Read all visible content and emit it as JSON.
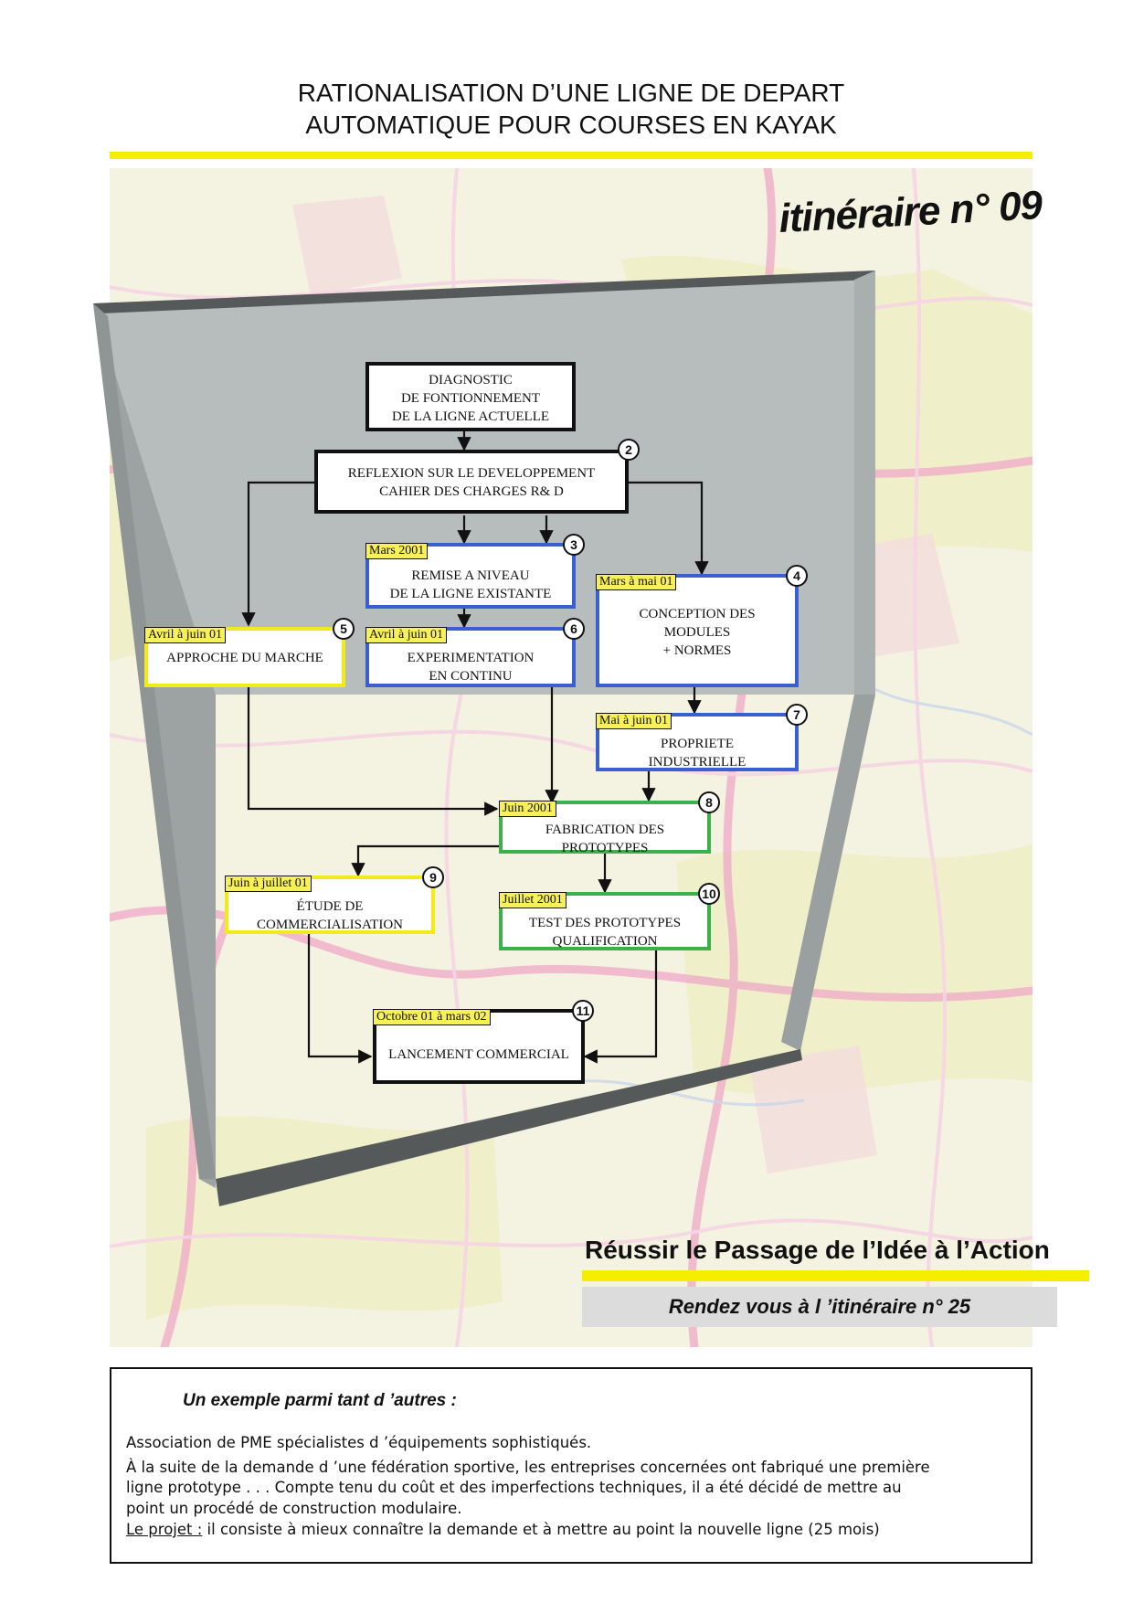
{
  "document": {
    "title_line1": "RATIONALISATION D’UNE LIGNE DE DEPART",
    "title_line2": "AUTOMATIQUE POUR COURSES EN KAYAK",
    "itinerary_label": "itinéraire n° 09"
  },
  "colors": {
    "yellow": "#f5ee00",
    "blue": "#3a5fd0",
    "green": "#3cb04a",
    "black": "#111111",
    "panel_gray": "#b7bcbc",
    "panel_dark": "#5a5e5e"
  },
  "flowchart": {
    "nodes": [
      {
        "id": 1,
        "number": "",
        "date": "",
        "lines": [
          "DIAGNOSTIC",
          "DE FONTIONNEMENT",
          "DE LA LIGNE ACTUELLE"
        ],
        "color": "black"
      },
      {
        "id": 2,
        "number": "2",
        "date": "",
        "lines": [
          "REFLEXION SUR LE DEVELOPPEMENT",
          "CAHIER DES CHARGES R& D"
        ],
        "color": "black"
      },
      {
        "id": 3,
        "number": "3",
        "date": "Mars 2001",
        "lines": [
          "REMISE A  NIVEAU",
          "DE LA LIGNE EXISTANTE"
        ],
        "color": "blue"
      },
      {
        "id": 4,
        "number": "4",
        "date": "Mars à mai 01",
        "lines": [
          "CONCEPTION DES",
          "MODULES",
          "+ NORMES"
        ],
        "color": "blue"
      },
      {
        "id": 5,
        "number": "5",
        "date": "Avril à juin 01",
        "lines": [
          "APPROCHE DU MARCHE"
        ],
        "color": "yellow"
      },
      {
        "id": 6,
        "number": "6",
        "date": "Avril à juin 01",
        "lines": [
          "EXPERIMENTATION",
          "EN CONTINU"
        ],
        "color": "blue"
      },
      {
        "id": 7,
        "number": "7",
        "date": "Mai à juin 01",
        "lines": [
          "PROPRIETE",
          "INDUSTRIELLE"
        ],
        "color": "blue"
      },
      {
        "id": 8,
        "number": "8",
        "date": "Juin 2001",
        "lines": [
          "FABRICATION DES",
          "PROTOTYPES"
        ],
        "color": "green"
      },
      {
        "id": 9,
        "number": "9",
        "date": "Juin à juillet 01",
        "lines": [
          "ÉTUDE DE",
          "COMMERCIALISATION"
        ],
        "color": "yellow"
      },
      {
        "id": 10,
        "number": "10",
        "date": "Juillet 2001",
        "lines": [
          "TEST DES PROTOTYPES",
          "QUALIFICATION"
        ],
        "color": "green"
      },
      {
        "id": 11,
        "number": "11",
        "date": "Octobre 01 à mars 02",
        "lines": [
          "LANCEMENT COMMERCIAL"
        ],
        "color": "black"
      }
    ],
    "edges": [
      [
        1,
        2
      ],
      [
        2,
        3
      ],
      [
        2,
        4
      ],
      [
        2,
        5
      ],
      [
        3,
        6
      ],
      [
        4,
        7
      ],
      [
        5,
        8
      ],
      [
        6,
        8
      ],
      [
        7,
        8
      ],
      [
        8,
        9
      ],
      [
        8,
        10
      ],
      [
        9,
        11
      ],
      [
        10,
        11
      ]
    ]
  },
  "slogan": "Réussir le Passage de l’Idée à l’Action",
  "redirect": "Rendez vous à l ’itinéraire  n° 25",
  "example": {
    "heading": "Un exemple parmi tant d ’autres :",
    "paragraph1": "Association de PME spécialistes d ’équipements sophistiqués.",
    "paragraph2_line1": "À la suite de la demande d ’une fédération sportive, les entreprises concernées ont fabriqué une première",
    "paragraph2_line2": "ligne prototype . . . Compte tenu du coût et des imperfections techniques, il a été décidé de mettre au",
    "paragraph2_line3": "point un procédé de construction modulaire.",
    "project_label": "Le projet :",
    "project_text": " il consiste à mieux connaître la demande et à mettre au point la nouvelle ligne  (25 mois)"
  }
}
